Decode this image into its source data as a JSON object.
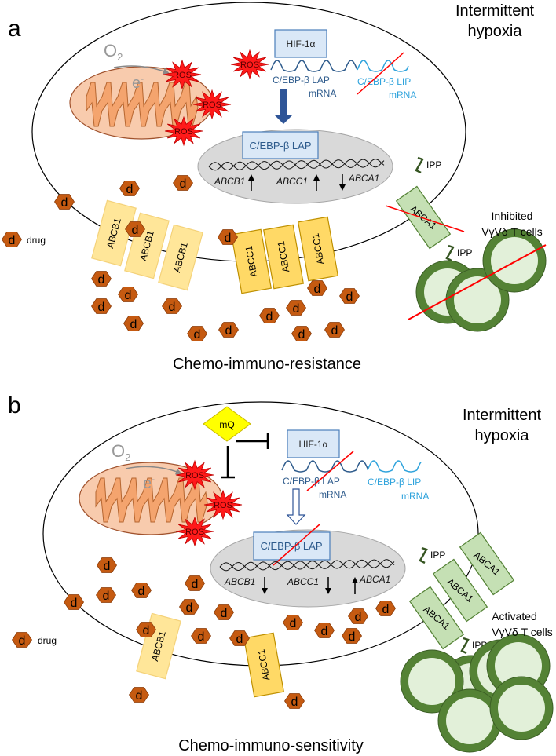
{
  "panel_a": {
    "letter": "a",
    "condition": [
      "Intermittent",
      "hypoxia"
    ],
    "o2": "O",
    "o2_sub": "2",
    "electron": "e",
    "electron_sup": "-",
    "ros": "ROS",
    "hif": "HIF-1α",
    "lap_mrna": [
      "C/EBP-β LAP",
      "mRNA"
    ],
    "lip_mrna": [
      "C/EBP-β LIP",
      "mRNA"
    ],
    "nuclear_lap": "C/EBP-β LAP",
    "genes": [
      "ABCB1",
      "ABCC1",
      "ABCA1"
    ],
    "gene_regulation": [
      "up",
      "up",
      "down"
    ],
    "transporter_b1": "ABCB1",
    "transporter_c1": "ABCC1",
    "transporter_a1": "ABCA1",
    "ipp": "IPP",
    "tcell_label": [
      "Inhibited",
      "VγVδ T cells"
    ],
    "drug_symbol": "d",
    "drug_legend": "drug",
    "caption": "Chemo-immuno-resistance"
  },
  "panel_b": {
    "letter": "b",
    "condition": [
      "Intermittent",
      "hypoxia"
    ],
    "inhibitor": "mQ",
    "o2": "O",
    "o2_sub": "2",
    "electron": "e",
    "electron_sup": "-",
    "ros": "ROS",
    "hif": "HIF-1α",
    "lap_mrna": [
      "C/EBP-β LAP",
      "mRNA"
    ],
    "lip_mrna": [
      "C/EBP-β LIP",
      "mRNA"
    ],
    "nuclear_lap": "C/EBP-β LAP",
    "genes": [
      "ABCB1",
      "ABCC1",
      "ABCA1"
    ],
    "gene_regulation": [
      "down",
      "down",
      "up"
    ],
    "transporter_b1": "ABCB1",
    "transporter_c1": "ABCC1",
    "transporter_a1": "ABCA1",
    "ipp": "IPP",
    "tcell_label": [
      "Activated",
      "VγVδ T cells"
    ],
    "drug_symbol": "d",
    "drug_legend": "drug",
    "caption": "Chemo-immuno-sensitivity"
  },
  "colors": {
    "mito_outer": "#f8cbad",
    "mito_inner": "#f4a46e",
    "ros": "#ff1a1a",
    "hif_box": "#dae8f7",
    "lap": "#2e5b8c",
    "lip": "#2fa3dc",
    "drug": "#c55a11",
    "abcb1": "#ffe699",
    "abcc1": "#ffd966",
    "abca1": "#c5e0b4",
    "tcell_outer": "#548235",
    "tcell_inner": "#e2f0d9",
    "strike": "#ff0000",
    "mq": "#ffff00"
  }
}
